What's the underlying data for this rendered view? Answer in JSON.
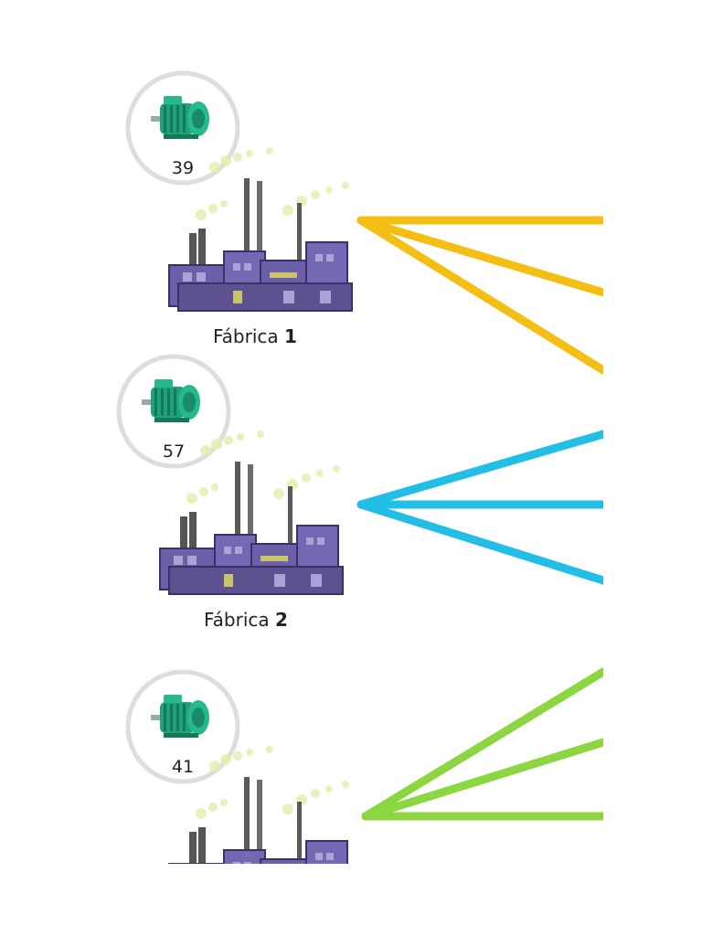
{
  "colors": {
    "route_1": "#F5BE14",
    "route_2": "#22BEE6",
    "route_3": "#8CD741",
    "building": "#6A5FA8",
    "building_dark": "#3A3168",
    "motor": "#1FA27A",
    "ring": "#DDDDDD"
  },
  "factories": [
    {
      "motor_count": "39",
      "name": "Fábrica",
      "number": "1",
      "route_color": "#F5BE14"
    },
    {
      "motor_count": "57",
      "name": "Fábrica",
      "number": "2",
      "route_color": "#22BEE6"
    },
    {
      "motor_count": "41",
      "name": "",
      "number": "",
      "route_color": "#8CD741"
    }
  ],
  "icons": {
    "motor": "electric-motor-icon",
    "factory": "factory-icon"
  }
}
